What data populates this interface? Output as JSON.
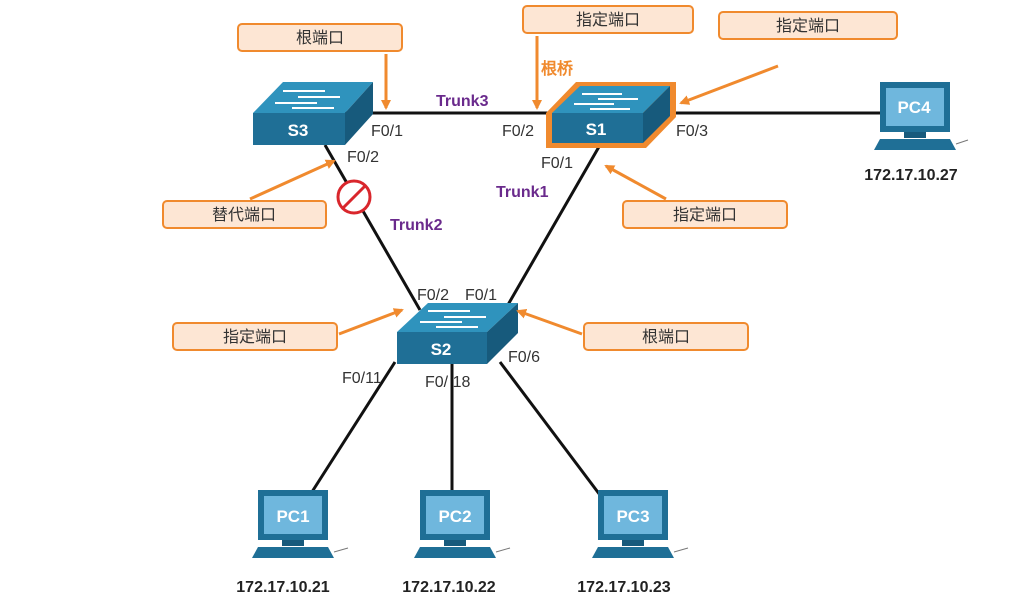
{
  "colors": {
    "switch_top": "#2f93bd",
    "switch_front": "#1f6f96",
    "switch_side": "#175a7c",
    "accent_orange": "#f08a2e",
    "callout_fill": "#fde6d4",
    "trunk_purple": "#6a2a8c",
    "blocked_red": "#d9262c"
  },
  "switches": {
    "s1": {
      "label": "S1"
    },
    "s2": {
      "label": "S2"
    },
    "s3": {
      "label": "S3"
    }
  },
  "pcs": [
    {
      "label": "PC1",
      "ip": "172.17.10.21"
    },
    {
      "label": "PC2",
      "ip": "172.17.10.22"
    },
    {
      "label": "PC3",
      "ip": "172.17.10.23"
    },
    {
      "label": "PC4",
      "ip": "172.17.10.27"
    }
  ],
  "trunks": {
    "trunk1": "Trunk1",
    "trunk2": "Trunk2",
    "trunk3": "Trunk3"
  },
  "ports": {
    "s3_f01": "F0/1",
    "s3_f02": "F0/2",
    "s1_f02": "F0/2",
    "s1_f01": "F0/1",
    "s1_f03": "F0/3",
    "s2_f02": "F0/2",
    "s2_f01": "F0/1",
    "s2_f06": "F0/6",
    "s2_f011": "F0/11",
    "s2_f018": "F0/ 18"
  },
  "root_bridge_label": "根桥",
  "callouts": {
    "s3_root_port": "根端口",
    "s1_designated_f02": "指定端口",
    "s1_designated_f03": "指定端口",
    "s3_alternate_port": "替代端口",
    "s1_designated_f01": "指定端口",
    "s2_designated_port": "指定端口",
    "s2_root_port": "根端口"
  },
  "icons": {
    "blocked": "blocked-port-icon",
    "switch": "switch-icon",
    "pc": "pc-icon"
  }
}
